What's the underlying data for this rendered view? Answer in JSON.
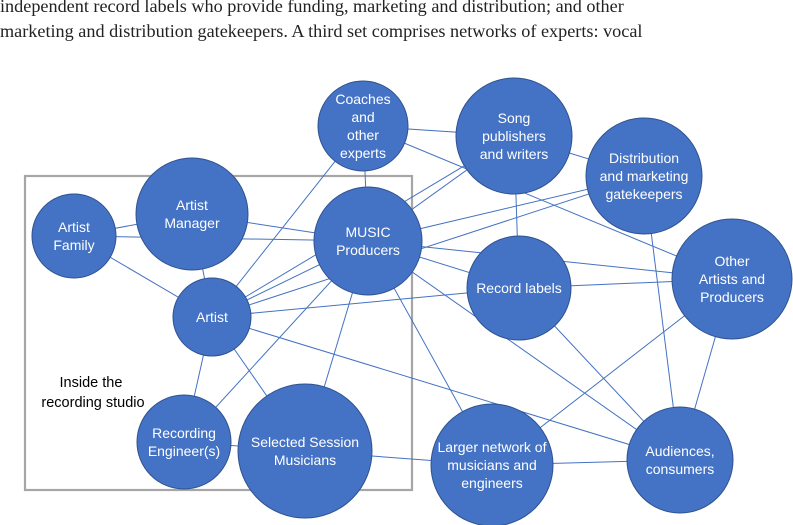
{
  "paragraph": {
    "lines": [
      "independent record labels who provide funding, marketing and distribution; and other",
      "marketing and distribution gatekeepers. A third set comprises networks of experts: vocal"
    ]
  },
  "colors": {
    "node_fill": "#4472c4",
    "node_stroke": "#2f528f",
    "edge": "#4472c4",
    "box": "#a6a6a6",
    "label_text": "#ffffff"
  },
  "diagram": {
    "studio_box": {
      "label_lines": [
        "Inside the",
        "recording studio"
      ]
    },
    "nodes": [
      {
        "id": "coaches",
        "label_lines": [
          "Coaches",
          "and",
          "other",
          "experts"
        ]
      },
      {
        "id": "song-publishers",
        "label_lines": [
          "Song",
          "publishers",
          "and writers"
        ]
      },
      {
        "id": "distribution",
        "label_lines": [
          "Distribution",
          "and marketing",
          "gatekeepers"
        ]
      },
      {
        "id": "artist-manager",
        "label_lines": [
          "Artist",
          "Manager"
        ]
      },
      {
        "id": "artist-family",
        "label_lines": [
          "Artist",
          "Family"
        ]
      },
      {
        "id": "music-producers",
        "label_lines": [
          "MUSIC",
          "Producers"
        ]
      },
      {
        "id": "other-artists",
        "label_lines": [
          "Other",
          "Artists and",
          "Producers"
        ]
      },
      {
        "id": "record-labels",
        "label_lines": [
          "Record labels"
        ]
      },
      {
        "id": "artist",
        "label_lines": [
          "Artist"
        ]
      },
      {
        "id": "recording-engineers",
        "label_lines": [
          "Recording",
          "Engineer(s)"
        ]
      },
      {
        "id": "session-musicians",
        "label_lines": [
          "Selected Session",
          "Musicians"
        ]
      },
      {
        "id": "larger-network",
        "label_lines": [
          "Larger network of",
          "musicians and",
          "engineers"
        ]
      },
      {
        "id": "audiences",
        "label_lines": [
          "Audiences,",
          "consumers"
        ]
      }
    ],
    "edges": [
      [
        "coaches",
        "artist"
      ],
      [
        "coaches",
        "music-producers"
      ],
      [
        "coaches",
        "other-artists"
      ],
      [
        "coaches",
        "song-publishers"
      ],
      [
        "song-publishers",
        "distribution"
      ],
      [
        "song-publishers",
        "music-producers"
      ],
      [
        "song-publishers",
        "record-labels"
      ],
      [
        "song-publishers",
        "artist"
      ],
      [
        "distribution",
        "music-producers"
      ],
      [
        "distribution",
        "audiences"
      ],
      [
        "distribution",
        "artist"
      ],
      [
        "artist-manager",
        "artist-family"
      ],
      [
        "artist-manager",
        "music-producers"
      ],
      [
        "artist-manager",
        "artist"
      ],
      [
        "artist-family",
        "artist"
      ],
      [
        "artist-family",
        "music-producers"
      ],
      [
        "music-producers",
        "artist"
      ],
      [
        "music-producers",
        "record-labels"
      ],
      [
        "music-producers",
        "other-artists"
      ],
      [
        "music-producers",
        "recording-engineers"
      ],
      [
        "music-producers",
        "session-musicians"
      ],
      [
        "music-producers",
        "larger-network"
      ],
      [
        "music-producers",
        "audiences"
      ],
      [
        "artist",
        "record-labels"
      ],
      [
        "artist",
        "recording-engineers"
      ],
      [
        "artist",
        "session-musicians"
      ],
      [
        "artist",
        "audiences"
      ],
      [
        "record-labels",
        "other-artists"
      ],
      [
        "record-labels",
        "audiences"
      ],
      [
        "other-artists",
        "larger-network"
      ],
      [
        "other-artists",
        "audiences"
      ],
      [
        "session-musicians",
        "larger-network"
      ],
      [
        "recording-engineers",
        "session-musicians"
      ],
      [
        "larger-network",
        "audiences"
      ]
    ]
  }
}
